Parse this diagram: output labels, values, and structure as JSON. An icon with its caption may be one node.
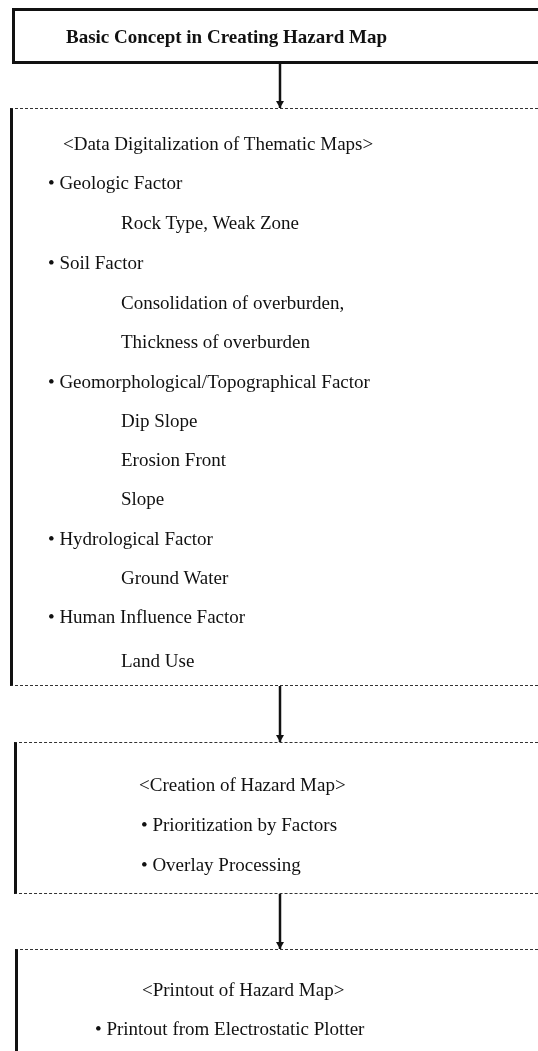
{
  "diagram": {
    "nodes": [
      {
        "text": [
          "Basic Concept in Creating Hazard Map"
        ]
      },
      {
        "text": [
          "<Data Digitalization of Thematic Maps>",
          "• Geologic Factor",
          "Rock Type, Weak Zone",
          "• Soil Factor",
          "Consolidation of overburden,",
          "Thickness of overburden",
          "• Geomorphological/Topographical Factor",
          "Dip Slope",
          "Erosion Front",
          "Slope",
          "• Hydrological Factor",
          "Ground Water",
          "• Human Influence Factor",
          "Land Use"
        ]
      },
      {
        "text": [
          "<Creation of Hazard Map>",
          "• Prioritization by Factors",
          "• Overlay Processing"
        ]
      },
      {
        "text": [
          "<Printout of Hazard Map>",
          "• Printout from Electrostatic Plotter"
        ]
      }
    ],
    "edges": [
      {
        "from": 0,
        "to": 1,
        "arrow": "to"
      },
      {
        "from": 1,
        "to": 2,
        "arrow": "to"
      },
      {
        "from": 2,
        "to": 3,
        "arrow": "to"
      }
    ]
  }
}
